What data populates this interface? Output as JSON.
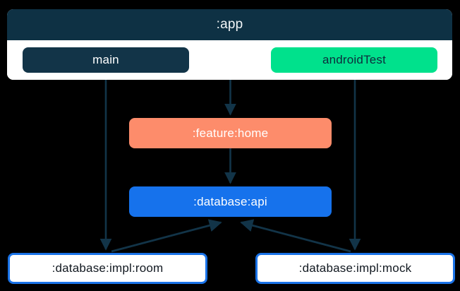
{
  "diagram": {
    "type": "dependency-graph",
    "background_color": "#000000",
    "edge_color": "#123448",
    "subgraph": {
      "title": ":app",
      "header_color": "#0E3144",
      "body_color": "#ffffff",
      "nodes": [
        {
          "id": "main",
          "label": "main",
          "fill": "#123448",
          "text_color": "#ffffff"
        },
        {
          "id": "androidTest",
          "label": "androidTest",
          "fill": "#00E18C",
          "text_color": "#0d2c3c"
        }
      ]
    },
    "nodes": [
      {
        "id": "feature-home",
        "label": ":feature:home",
        "fill": "#FD8C6B",
        "text_color": "#ffffff"
      },
      {
        "id": "database-api",
        "label": ":database:api",
        "fill": "#1672EC",
        "text_color": "#ffffff"
      },
      {
        "id": "database-impl-room",
        "label": ":database:impl:room",
        "fill": "#ffffff",
        "text_color": "#111820",
        "border_color": "#1A73E8"
      },
      {
        "id": "database-impl-mock",
        "label": ":database:impl:mock",
        "fill": "#ffffff",
        "text_color": "#111820",
        "border_color": "#1A73E8"
      }
    ],
    "edges": [
      {
        "from": "app",
        "to": "feature-home"
      },
      {
        "from": "feature-home",
        "to": "database-api"
      },
      {
        "from": "main",
        "to": "database-impl-room"
      },
      {
        "from": "androidTest",
        "to": "database-impl-mock"
      },
      {
        "from": "database-impl-room",
        "to": "database-api"
      },
      {
        "from": "database-impl-mock",
        "to": "database-api"
      }
    ]
  }
}
